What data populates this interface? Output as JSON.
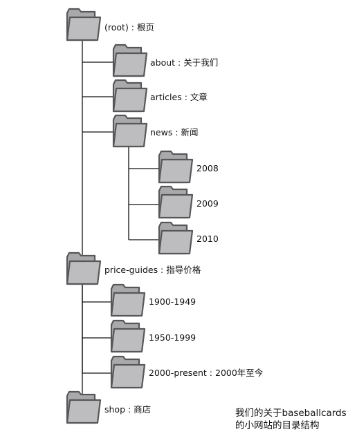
{
  "tree": {
    "root": {
      "label": "(root) : 根页"
    },
    "about": {
      "label": "about : 关于我们"
    },
    "articles": {
      "label": "articles : 文章"
    },
    "news": {
      "label": "news : 新闻"
    },
    "news_2008": {
      "label": "2008"
    },
    "news_2009": {
      "label": "2009"
    },
    "news_2010": {
      "label": "2010"
    },
    "price_guides": {
      "label": "price-guides : 指导价格"
    },
    "pg_1900": {
      "label": "1900-1949"
    },
    "pg_1950": {
      "label": "1950-1999"
    },
    "pg_2000": {
      "label": "2000-present : 2000年至今"
    },
    "shop": {
      "label": "shop : 商店"
    }
  },
  "caption": {
    "line1": "我们的关于baseballcards",
    "line2": "的小网站的目录结构"
  },
  "colors": {
    "folder_fill": "#b7b7b9",
    "folder_stroke": "#57575a",
    "connector": "#111111"
  },
  "icon": "folder-icon"
}
